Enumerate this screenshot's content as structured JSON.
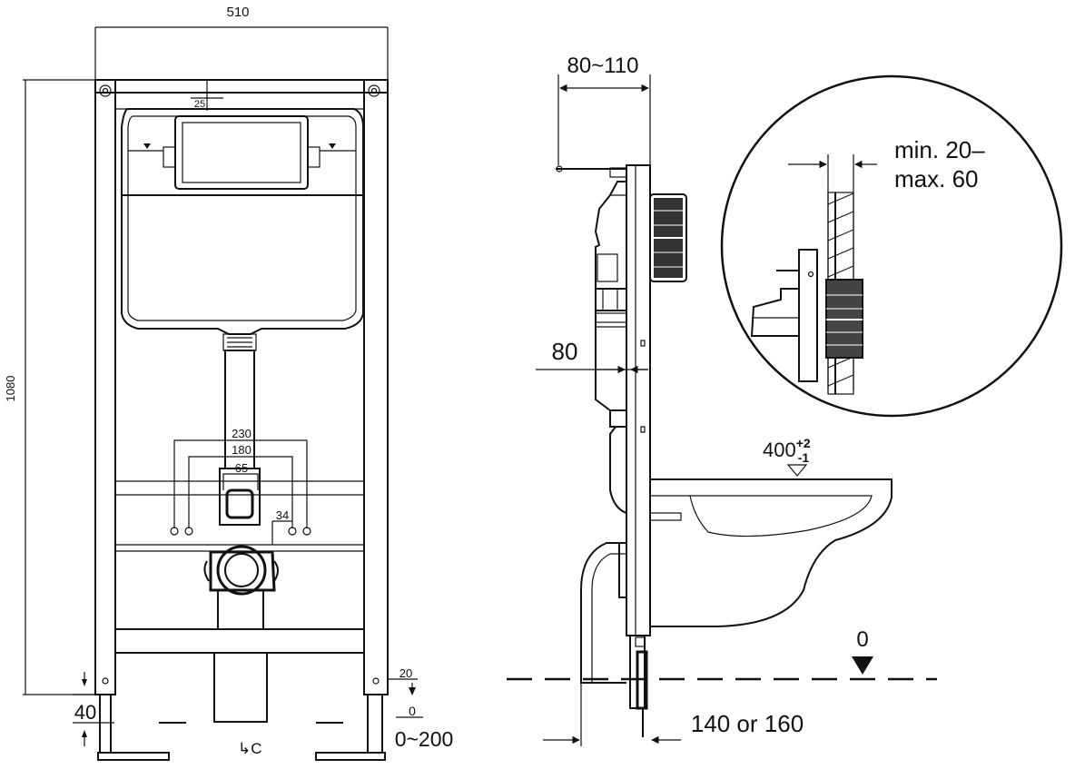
{
  "front_view": {
    "width": "510",
    "height": "1080",
    "top_dim": "25",
    "spacing_230": "230",
    "spacing_180": "180",
    "spacing_65": "65",
    "dim_34": "34",
    "bottom_40": "40",
    "foot_20": "20",
    "foot_0": "0",
    "adjust_range": "0~200",
    "label_c": "↳C"
  },
  "side_view": {
    "wall_depth": "80~110",
    "frame_depth": "80",
    "bowl_height_base": "400",
    "bowl_tol_plus": "+2",
    "bowl_tol_minus": "-1",
    "floor_level": "0",
    "outlet_distance": "140 or 160"
  },
  "detail_view": {
    "panel_min": "min. 20–",
    "panel_max": "max. 60"
  }
}
